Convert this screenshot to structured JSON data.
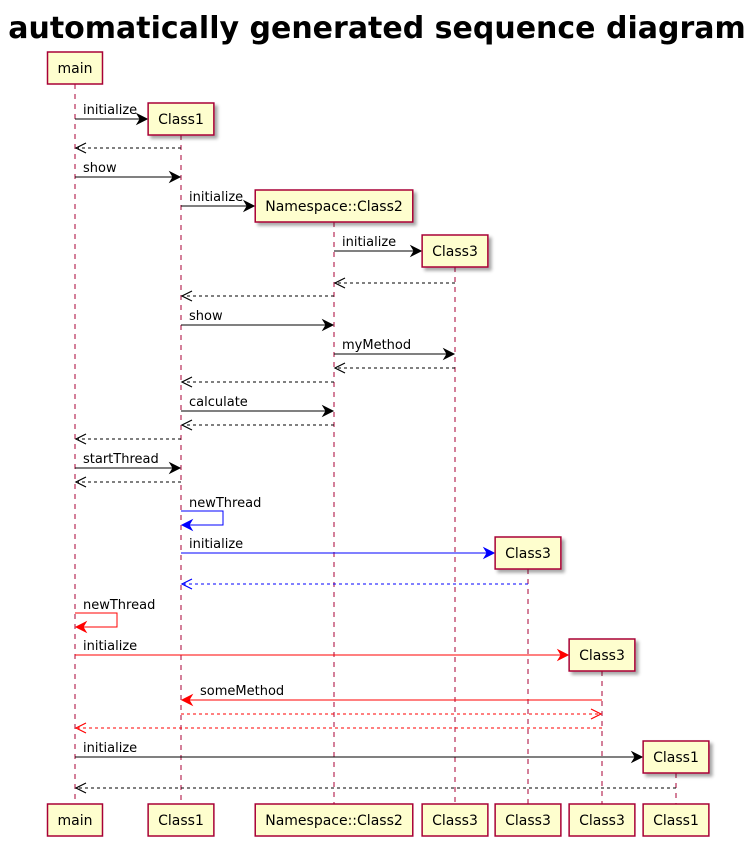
{
  "title": "automatically generated sequence diagram",
  "colors": {
    "participant_fill": "#FEFECE",
    "participant_border": "#A80036",
    "lifeline": "#A80036",
    "default_message": "#000000",
    "thread_blue": "#0000FF",
    "thread_red": "#FF0000"
  },
  "participants": [
    {
      "id": "main",
      "label": "main"
    },
    {
      "id": "class1",
      "label": "Class1"
    },
    {
      "id": "ns_class2",
      "label": "Namespace::Class2"
    },
    {
      "id": "class3_a",
      "label": "Class3"
    },
    {
      "id": "class3_b",
      "label": "Class3"
    },
    {
      "id": "class3_c",
      "label": "Class3"
    },
    {
      "id": "class1_b",
      "label": "Class1"
    }
  ],
  "messages": [
    {
      "from": "main",
      "to": "class1",
      "label": "initialize",
      "kind": "create",
      "color": "default"
    },
    {
      "from": "class1",
      "to": "main",
      "label": "",
      "kind": "return",
      "color": "default"
    },
    {
      "from": "main",
      "to": "class1",
      "label": "show",
      "kind": "call",
      "color": "default"
    },
    {
      "from": "class1",
      "to": "ns_class2",
      "label": "initialize",
      "kind": "create",
      "color": "default"
    },
    {
      "from": "ns_class2",
      "to": "class3_a",
      "label": "initialize",
      "kind": "create",
      "color": "default"
    },
    {
      "from": "class3_a",
      "to": "ns_class2",
      "label": "",
      "kind": "return",
      "color": "default"
    },
    {
      "from": "ns_class2",
      "to": "class1",
      "label": "",
      "kind": "return",
      "color": "default"
    },
    {
      "from": "class1",
      "to": "ns_class2",
      "label": "show",
      "kind": "call",
      "color": "default"
    },
    {
      "from": "ns_class2",
      "to": "class3_a",
      "label": "myMethod",
      "kind": "call",
      "color": "default"
    },
    {
      "from": "class3_a",
      "to": "ns_class2",
      "label": "",
      "kind": "return",
      "color": "default"
    },
    {
      "from": "ns_class2",
      "to": "class1",
      "label": "",
      "kind": "return",
      "color": "default"
    },
    {
      "from": "class1",
      "to": "ns_class2",
      "label": "calculate",
      "kind": "call",
      "color": "default"
    },
    {
      "from": "ns_class2",
      "to": "class1",
      "label": "",
      "kind": "return",
      "color": "default"
    },
    {
      "from": "class1",
      "to": "main",
      "label": "",
      "kind": "return",
      "color": "default"
    },
    {
      "from": "main",
      "to": "class1",
      "label": "startThread",
      "kind": "call",
      "color": "default"
    },
    {
      "from": "class1",
      "to": "main",
      "label": "",
      "kind": "return",
      "color": "default"
    },
    {
      "from": "class1",
      "to": "class1",
      "label": "newThread",
      "kind": "self",
      "color": "blue"
    },
    {
      "from": "class1",
      "to": "class3_b",
      "label": "initialize",
      "kind": "create",
      "color": "blue"
    },
    {
      "from": "class3_b",
      "to": "class1",
      "label": "",
      "kind": "return",
      "color": "blue"
    },
    {
      "from": "main",
      "to": "main",
      "label": "newThread",
      "kind": "self",
      "color": "red"
    },
    {
      "from": "main",
      "to": "class3_c",
      "label": "initialize",
      "kind": "create",
      "color": "red"
    },
    {
      "from": "class3_c",
      "to": "class1",
      "label": "someMethod",
      "kind": "call",
      "color": "red"
    },
    {
      "from": "class1",
      "to": "class3_c",
      "label": "",
      "kind": "return",
      "color": "red"
    },
    {
      "from": "class3_c",
      "to": "main",
      "label": "",
      "kind": "return",
      "color": "red"
    },
    {
      "from": "main",
      "to": "class1_b",
      "label": "initialize",
      "kind": "create",
      "color": "default"
    },
    {
      "from": "class1_b",
      "to": "main",
      "label": "",
      "kind": "return",
      "color": "default"
    }
  ]
}
